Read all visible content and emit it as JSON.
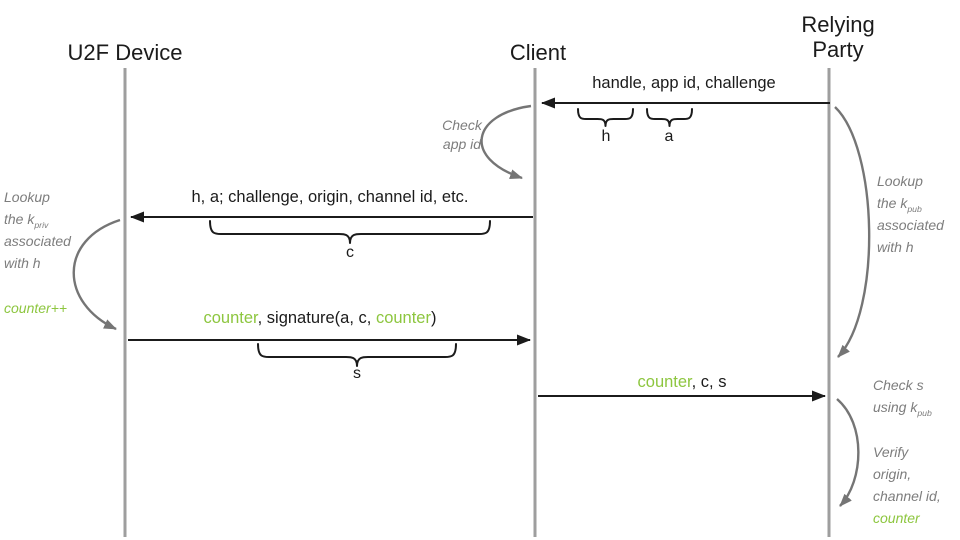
{
  "colors": {
    "green": "#8dc63f",
    "gray": "#7d7d7d",
    "black": "#1b1b1b",
    "lifeline": "#9e9e9e",
    "curve": "#757575"
  },
  "lifelines": {
    "u2f": {
      "title": "U2F Device"
    },
    "client": {
      "title": "Client"
    },
    "rp": {
      "title_line1": "Relying",
      "title_line2": "Party"
    }
  },
  "messages": {
    "m1": {
      "text": "handle, app id, challenge"
    },
    "m2": {
      "text": "h, a; challenge, origin, channel id, etc."
    },
    "m3": {
      "segments": [
        {
          "text": "counter",
          "color": "green"
        },
        {
          "text": ", signature(a, c, "
        },
        {
          "text": "counter",
          "color": "green"
        },
        {
          "text": ")"
        }
      ]
    },
    "m4": {
      "segments": [
        {
          "text": "counter",
          "color": "green"
        },
        {
          "text": ", c, s"
        }
      ]
    }
  },
  "braces": {
    "h": "h",
    "a": "a",
    "c": "c",
    "s": "s"
  },
  "notes": {
    "check_app_id": {
      "lines": [
        [
          {
            "text": "Check"
          }
        ],
        [
          {
            "text": "app id"
          }
        ]
      ]
    },
    "lookup_kpriv": {
      "lines": [
        [
          {
            "text": "Lookup"
          }
        ],
        [
          {
            "text": "the k"
          },
          {
            "text": "priv",
            "sub": true
          }
        ],
        [
          {
            "text": "associated"
          }
        ],
        [
          {
            "text": "with h"
          }
        ]
      ]
    },
    "counter_inc": {
      "lines": [
        [
          {
            "text": "counter++",
            "color": "green"
          }
        ]
      ]
    },
    "lookup_kpub": {
      "lines": [
        [
          {
            "text": "Lookup"
          }
        ],
        [
          {
            "text": "the k"
          },
          {
            "text": "pub",
            "sub": true
          }
        ],
        [
          {
            "text": "associated"
          }
        ],
        [
          {
            "text": "with h"
          }
        ]
      ]
    },
    "check_s": {
      "lines": [
        [
          {
            "text": "Check s"
          }
        ],
        [
          {
            "text": "using k"
          },
          {
            "text": "pub",
            "sub": true
          }
        ]
      ]
    },
    "verify": {
      "lines": [
        [
          {
            "text": "Verify"
          }
        ],
        [
          {
            "text": "origin,"
          }
        ],
        [
          {
            "text": "channel id,"
          }
        ],
        [
          {
            "text": "counter",
            "color": "green"
          }
        ]
      ]
    }
  }
}
